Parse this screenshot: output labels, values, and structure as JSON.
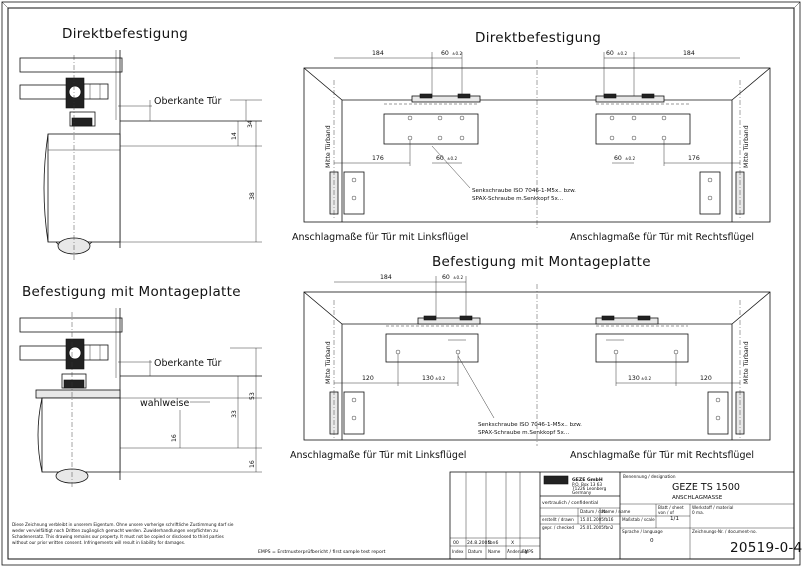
{
  "titles": {
    "direct_left": "Direktbefestigung",
    "direct_right": "Direktbefestigung",
    "plate_left": "Befestigung mit Montageplatte",
    "plate_right": "Befestigung mit Montageplatte"
  },
  "labels": {
    "oberkante_tuer": "Oberkante Tür",
    "wahlweise": "wahlweise",
    "mitte_tuerband": "Mitte Türband"
  },
  "dimensions": {
    "d184": "184",
    "d60": "60",
    "tol02": "±0.2",
    "d176": "176",
    "d120": "120",
    "d130": "130",
    "d34": "34",
    "d14": "14",
    "d38": "38",
    "d53": "53",
    "d33": "33",
    "d16": "16"
  },
  "captions": {
    "left_wing": "Anschlagmaße für Tür mit Linksflügel",
    "right_wing": "Anschlagmaße für Tür mit Rechtsflügel"
  },
  "notes": {
    "screws_top_1": "Senkschraube ISO 7046-1-M5x.. bzw.",
    "screws_top_2": "SPAX-Schraube m.Senkkopf 5x...",
    "screws_bottom_1": "Senkschraube ISO 7046-1-M5x.. bzw.",
    "screws_bottom_2": "SPAX-Schraube m.Senkkopf 5x..."
  },
  "footer": {
    "legal_1": "Diese Zeichnung verbleibt in unserem Eigentum. Ohne unsere vorherige schriftliche Zustimmung darf sie",
    "legal_2": "weder vervielfältigt noch Dritten zugänglich gemacht werden. Zuwiderhandlungen verpflichten zu",
    "legal_3": "Schadenersatz. This drawing remains our property. It must not be copied or disclosed to third parties",
    "legal_4": "without our prior written consent. Infringements will result in liability for damages.",
    "emps": "EMPS = Erstmusterprüfbericht / first sample test report"
  },
  "title_block": {
    "company": "GEZE GmbH",
    "addr_1": "P.O. Box 13 63",
    "addr_2": "71226 Leonberg",
    "addr_3": "Germany",
    "confidential": "vertraulich / confidential",
    "benennung": "Benennung / designation",
    "product": "GEZE TS 1500",
    "designation": "ANSCHLAGMASSE",
    "datum": "Datum / date",
    "name": "Name / name",
    "erstellt": "erstellt / drawn",
    "geprueft": "gepr. / checked",
    "date_1": "15.01.2005",
    "date_2": "25.01.2005",
    "name_1": "fb16",
    "name_2": "fbn2",
    "blatt": "Blatt / sheet",
    "von": "von / of",
    "sheet": "1/1",
    "massstab": "Maßstab / scale",
    "werkstoff": "Werkstoff / material",
    "material": "0 ma.",
    "sprache": "Sprache / language",
    "language": "0",
    "zeichnungsnr": "Zeichnungs-Nr. / document-no.",
    "doc_no": "20519-0-4",
    "rev_index": "00",
    "rev_date": "24.8.2005",
    "rev_name": "fbn6",
    "rev_mark": "X",
    "h_index": "Index",
    "h_date": "Datum",
    "h_name": "Name",
    "h_change": "Änderung",
    "h_emps": "EMPS"
  }
}
